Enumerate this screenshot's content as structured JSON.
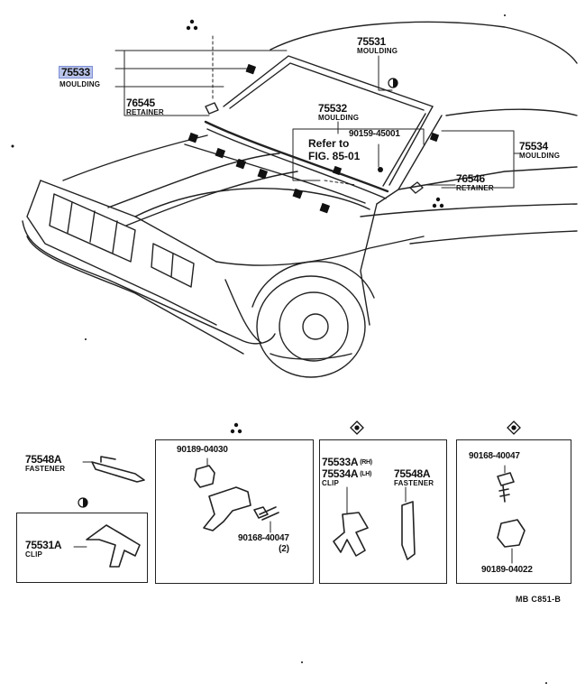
{
  "parts": {
    "p75533": {
      "number": "75533",
      "name": "MOULDING"
    },
    "p75531": {
      "number": "75531",
      "name": "MOULDING"
    },
    "p76545": {
      "number": "76545",
      "name": "RETAINER"
    },
    "p75532": {
      "number": "75532",
      "name": "MOULDING"
    },
    "p90159": {
      "number": "90159-45001"
    },
    "p75534": {
      "number": "75534",
      "name": "MOULDING"
    },
    "p76546": {
      "number": "76546",
      "name": "RETAINER"
    },
    "p75548A_left": {
      "number": "75548A",
      "name": "FASTENER"
    },
    "p75531A": {
      "number": "75531A",
      "name": "CLIP"
    },
    "p90189_04030": {
      "number": "90189-04030"
    },
    "p90168_40047_qty": {
      "number": "90168-40047",
      "qty": "(2)"
    },
    "p75533A": {
      "number": "75533A",
      "side": "(RH)"
    },
    "p75534A": {
      "number": "75534A",
      "side": "(LH)",
      "name": "CLIP"
    },
    "p75548A_right": {
      "number": "75548A",
      "name": "FASTENER"
    },
    "p90168_40047": {
      "number": "90168-40047"
    },
    "p90189_04022": {
      "number": "90189-04022"
    }
  },
  "reference": {
    "line1": "Refer to",
    "line2": "FIG. 85-01"
  },
  "figure_code": "MB  C851-B",
  "colors": {
    "ink": "#111111",
    "highlight": "#b9c4ea"
  }
}
